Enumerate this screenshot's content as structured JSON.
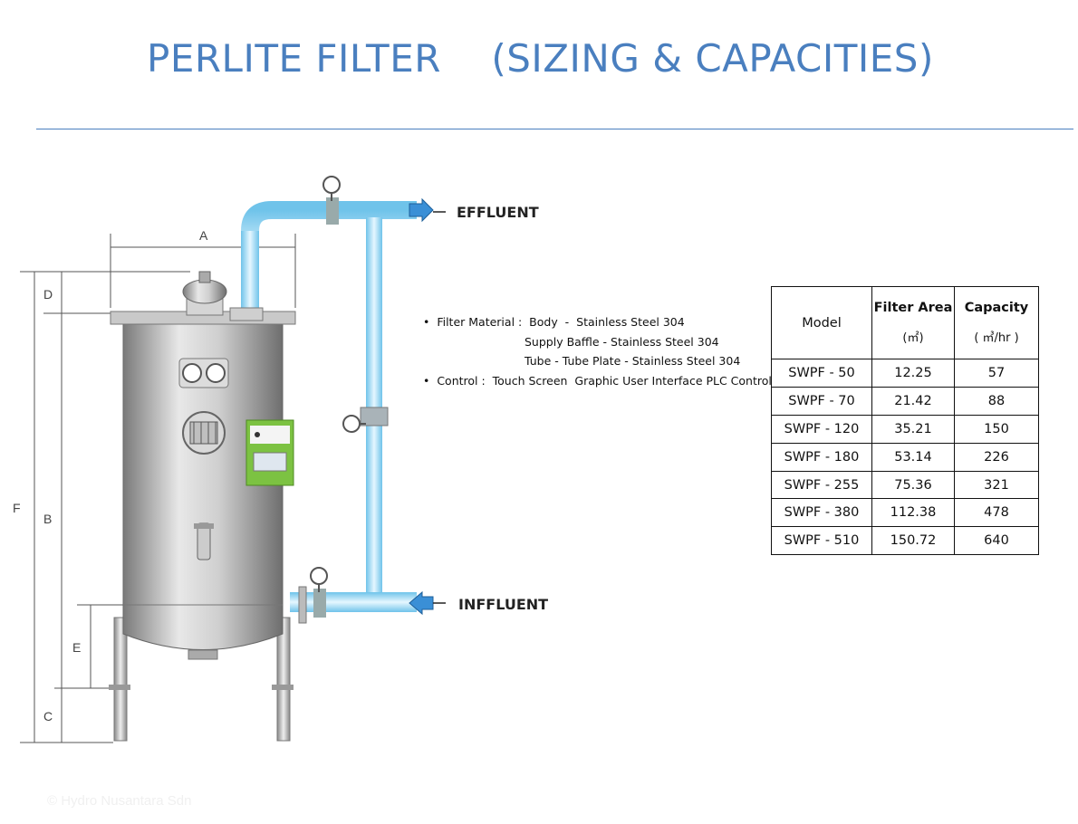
{
  "title": "PERLITE FILTER    (SIZING & CAPACITIES)",
  "flow_labels": {
    "effluent": "EFFLUENT",
    "influent": "INFFLUENT"
  },
  "dimension_labels": {
    "a": "A",
    "b": "B",
    "c": "C",
    "d": "D",
    "e": "E",
    "f": "F"
  },
  "specs": {
    "line1": "Filter Material :  Body  -  Stainless Steel 304",
    "line2": "Supply Baffle - Stainless Steel 304",
    "line3": "Tube - Tube Plate - Stainless Steel 304",
    "line4": "Control :  Touch Screen  Graphic User Interface PLC Control",
    "bullet": "•"
  },
  "table": {
    "headers": {
      "model": "Model",
      "area": "Filter Area",
      "area_unit": "(㎡)",
      "capacity": "Capacity",
      "capacity_unit": "( ㎥/hr )"
    },
    "rows": [
      {
        "model": "SWPF - 50",
        "area": "12.25",
        "capacity": "57"
      },
      {
        "model": "SWPF - 70",
        "area": "21.42",
        "capacity": "88"
      },
      {
        "model": "SWPF - 120",
        "area": "35.21",
        "capacity": "150"
      },
      {
        "model": "SWPF - 180",
        "area": "53.14",
        "capacity": "226"
      },
      {
        "model": "SWPF - 255",
        "area": "75.36",
        "capacity": "321"
      },
      {
        "model": "SWPF - 380",
        "area": "112.38",
        "capacity": "478"
      },
      {
        "model": "SWPF - 510",
        "area": "150.72",
        "capacity": "640"
      }
    ]
  },
  "copyright": "© Hydro Nusantara Sdn",
  "colors": {
    "title": "#4a7fbf",
    "pipe": "#9fd8f0",
    "arrow": "#3a8fd6",
    "steel": "#b8b8b8",
    "panel": "#7cc242"
  }
}
